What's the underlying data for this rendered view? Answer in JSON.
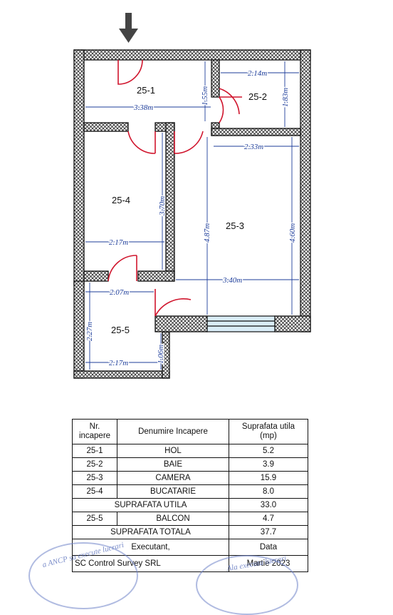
{
  "rooms": [
    {
      "id": "25-1"
    },
    {
      "id": "25-2"
    },
    {
      "id": "25-3"
    },
    {
      "id": "25-4"
    },
    {
      "id": "25-5"
    }
  ],
  "dimensions": {
    "d1": "3.38m",
    "d2": "1.55m",
    "d3": "2.14m",
    "d4": "1.83m",
    "d5": "2.33m",
    "d6": "3.70m",
    "d7": "4.87m",
    "d8": "4.60m",
    "d9": "2.17m",
    "d10": "3.40m",
    "d11": "2.07m",
    "d12": "2.27m",
    "d13": "1.06m",
    "d14": "2.17m"
  },
  "table": {
    "header": {
      "nr": "Nr.",
      "nr2": "incapere",
      "name": "Denumire Incapere",
      "area": "Suprafata utila",
      "area2": "(mp)"
    },
    "rows": [
      {
        "nr": "25-1",
        "name": "HOL",
        "area": "5.2"
      },
      {
        "nr": "25-2",
        "name": "BAIE",
        "area": "3.9"
      },
      {
        "nr": "25-3",
        "name": "CAMERA",
        "area": "15.9"
      },
      {
        "nr": "25-4",
        "name": "BUCATARIE",
        "area": "8.0"
      }
    ],
    "subtotal": {
      "label": "SUPRAFATA UTILA",
      "area": "33.0"
    },
    "balcony": {
      "nr": "25-5",
      "name": "BALCON",
      "area": "4.7"
    },
    "total": {
      "label": "SUPRAFATA TOTALA",
      "area": "37.7"
    },
    "executant_label": "Executant,",
    "date_label": "Data",
    "company": "SC Control Survey SRL",
    "date": "Martie 2023"
  },
  "stamps": {
    "left": "a ANCP sa execute lucrari",
    "right": "Ala executa lucrari"
  }
}
